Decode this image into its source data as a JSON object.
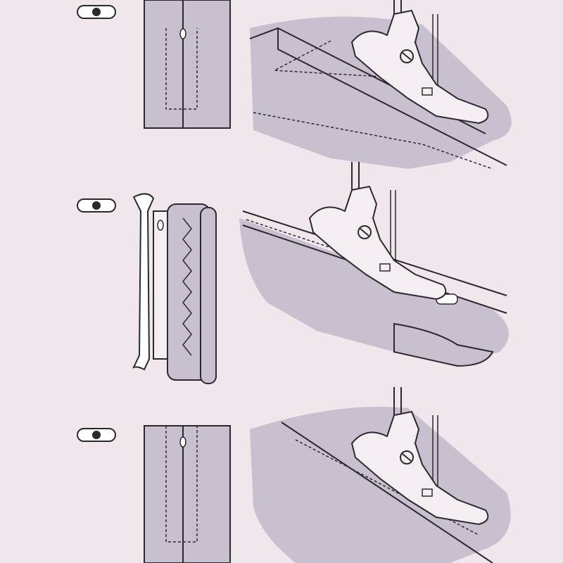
{
  "colors": {
    "background": "#efe7ec",
    "fabric": "#c8bfcf",
    "line": "#2a2a2e",
    "foot": "#f4eef2"
  },
  "steps": [
    {
      "needle_position": "center",
      "icon": "needle-position-icon",
      "diagram": "zipper-closed-seam",
      "illustration": "zipper-foot-basting"
    },
    {
      "needle_position": "center",
      "icon": "needle-position-icon",
      "diagram": "zipper-open-zigzag",
      "illustration": "zipper-foot-along-teeth"
    },
    {
      "needle_position": "center",
      "icon": "needle-position-icon",
      "diagram": "zipper-closed-seam",
      "illustration": "zipper-foot-topstitch"
    }
  ]
}
